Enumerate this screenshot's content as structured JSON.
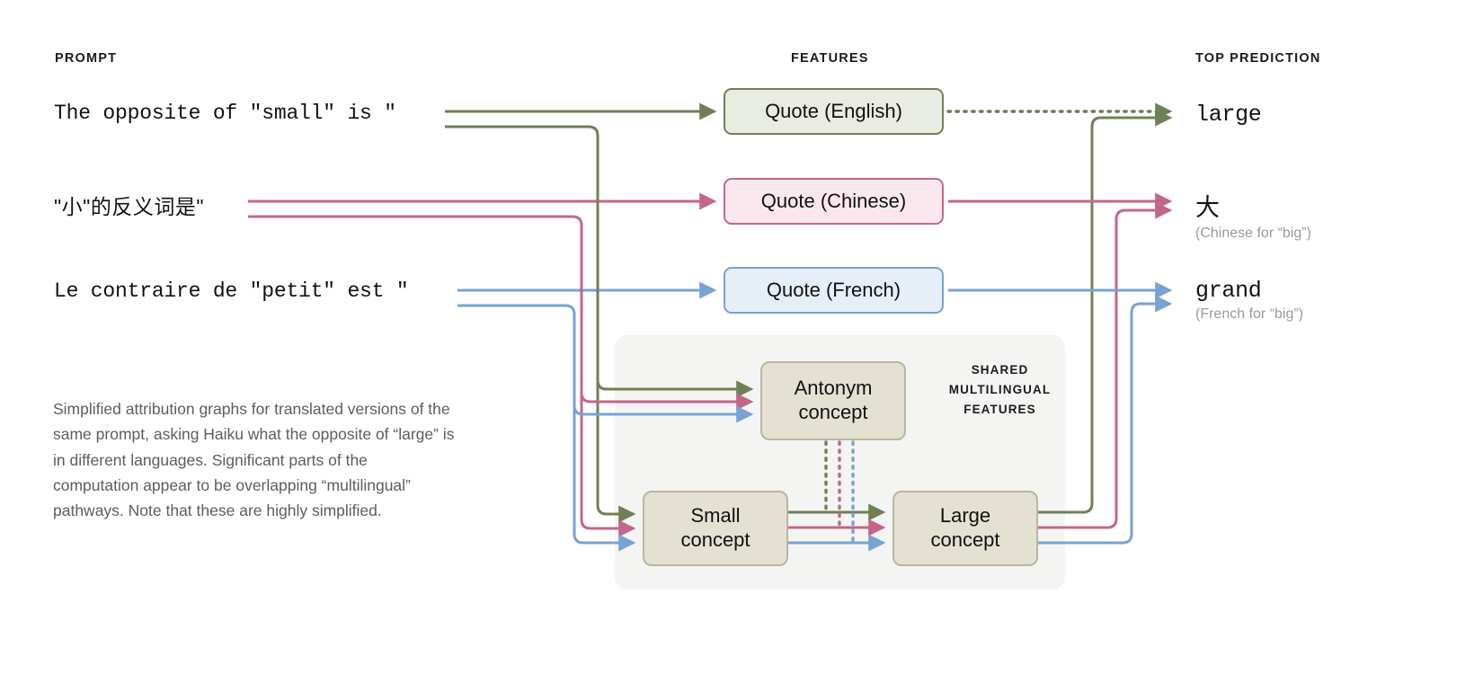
{
  "headers": {
    "prompt": "PROMPT",
    "features": "FEATURES",
    "prediction": "TOP PREDICTION"
  },
  "prompts": [
    {
      "id": "en",
      "text": "The opposite of \"small\" is \"",
      "color": "#6f8055"
    },
    {
      "id": "zh",
      "text": "\"小\"的反义词是\"",
      "color": "#c4668a"
    },
    {
      "id": "fr",
      "text": "Le contraire de \"petit\" est \"",
      "color": "#78a3d4"
    }
  ],
  "features": {
    "quote_english": "Quote (English)",
    "quote_chinese": "Quote (Chinese)",
    "quote_french": "Quote (French)",
    "antonym": "Antonym\nconcept",
    "antonym_l1": "Antonym",
    "antonym_l2": "concept",
    "small_l1": "Small",
    "small_l2": "concept",
    "large_l1": "Large",
    "large_l2": "concept"
  },
  "shared_panel": {
    "label_line1": "SHARED",
    "label_line2": "MULTILINGUAL",
    "label_line3": "FEATURES"
  },
  "predictions": [
    {
      "id": "en",
      "token": "large",
      "note": ""
    },
    {
      "id": "zh",
      "token": "大",
      "note": "(Chinese for “big”)"
    },
    {
      "id": "fr",
      "token": "grand",
      "note": "(French for “big”)"
    }
  ],
  "caption": "Simplified attribution graphs for translated versions of the same prompt, asking Haiku what the opposite of “large” is in different languages. Significant parts of the computation appear to be overlapping “multilingual” pathways. Note that these are highly simplified.",
  "colors": {
    "green": "#6f8055",
    "pink": "#c4668a",
    "blue": "#78a3d4",
    "box_green_fill": "#e9ece2",
    "box_pink_fill": "#fae8ee",
    "box_blue_fill": "#e6eef8",
    "concept_fill": "#e4e1d3",
    "concept_border": "#b9b5a3",
    "panel_fill": "#f4f4f2",
    "caption_text": "#5d5d5d",
    "note_text": "#9a9a9a"
  }
}
